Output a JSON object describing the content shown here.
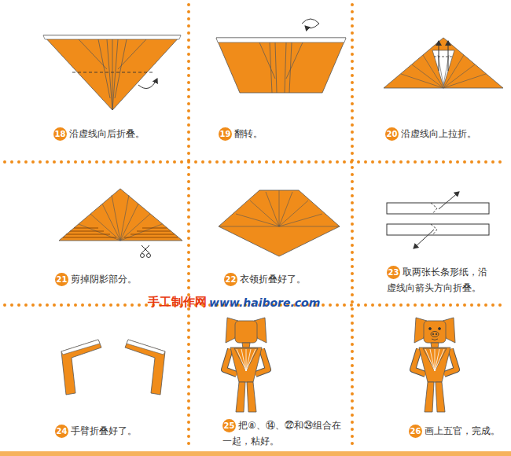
{
  "diagram": {
    "nodes": [
      {
        "text": [
          "18"
        ]
      },
      {
        "text": [
          "19"
        ]
      },
      {
        "text": [
          "20"
        ]
      },
      {
        "text": [
          "21"
        ]
      },
      {
        "text": [
          "22"
        ]
      },
      {
        "text": [
          "23"
        ]
      },
      {
        "text": [
          "24"
        ]
      },
      {
        "text": [
          "25"
        ]
      },
      {
        "text": [
          "26"
        ]
      }
    ],
    "labels": [
      "沿虚线向后折叠。",
      "翻转。",
      "沿虚线向上拉折。",
      "剪掉阴影部分。",
      "衣领折叠好了。",
      "取两张长条形纸，沿虚线向箭头方向折叠。",
      "手臂折叠好了。",
      "把⑧、⑭、㉒和㉔组合在一起，粘好。",
      "画上五官，完成。",
      "手工制作网",
      "www.haibore.com"
    ]
  }
}
